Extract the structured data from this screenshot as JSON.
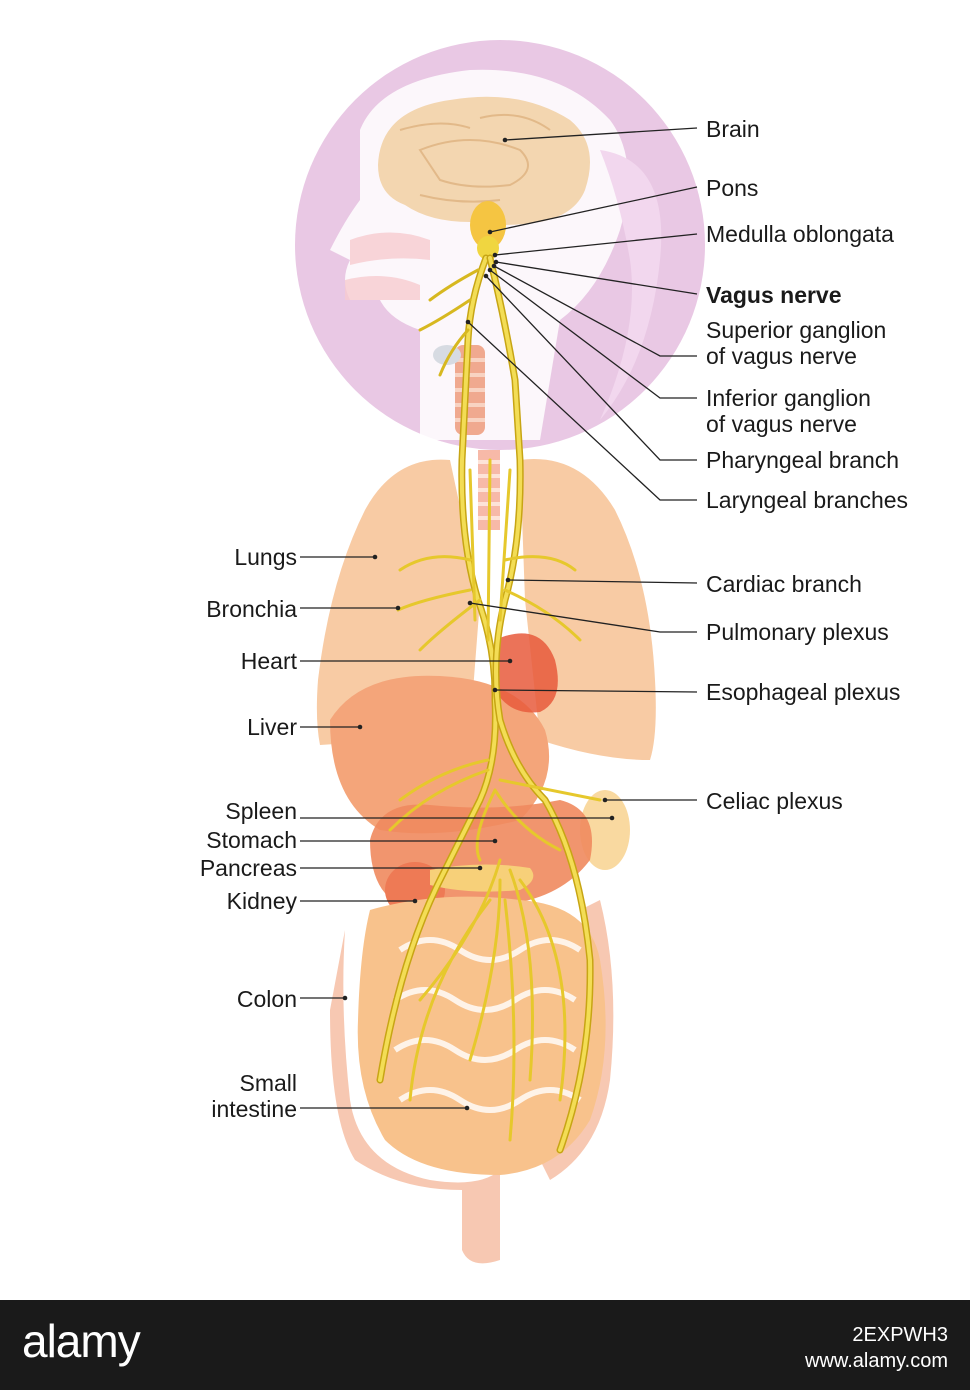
{
  "diagram": {
    "right_labels": [
      {
        "key": "brain",
        "text": "Brain"
      },
      {
        "key": "pons",
        "text": "Pons"
      },
      {
        "key": "medulla",
        "text": "Medulla oblongata"
      },
      {
        "key": "vagus",
        "text": "Vagus nerve"
      },
      {
        "key": "superior_ganglion_1",
        "text": "Superior ganglion"
      },
      {
        "key": "superior_ganglion_2",
        "text": "of vagus nerve"
      },
      {
        "key": "inferior_ganglion_1",
        "text": "Inferior ganglion"
      },
      {
        "key": "inferior_ganglion_2",
        "text": "of vagus nerve"
      },
      {
        "key": "pharyngeal",
        "text": "Pharyngeal branch"
      },
      {
        "key": "laryngeal",
        "text": "Laryngeal branches"
      },
      {
        "key": "cardiac",
        "text": "Cardiac branch"
      },
      {
        "key": "pulmonary",
        "text": "Pulmonary plexus"
      },
      {
        "key": "esophageal",
        "text": "Esophageal plexus"
      },
      {
        "key": "celiac",
        "text": "Celiac plexus"
      }
    ],
    "left_labels": [
      {
        "key": "lungs",
        "text": "Lungs"
      },
      {
        "key": "bronchia",
        "text": "Bronchia"
      },
      {
        "key": "heart",
        "text": "Heart"
      },
      {
        "key": "liver",
        "text": "Liver"
      },
      {
        "key": "spleen",
        "text": "Spleen"
      },
      {
        "key": "stomach",
        "text": "Stomach"
      },
      {
        "key": "pancreas",
        "text": "Pancreas"
      },
      {
        "key": "kidney",
        "text": "Kidney"
      },
      {
        "key": "colon",
        "text": "Colon"
      },
      {
        "key": "small_intestine_1",
        "text": "Small"
      },
      {
        "key": "small_intestine_2",
        "text": "intestine"
      }
    ],
    "colors": {
      "head": "#e8c6e2",
      "lung": "#f8c8a0",
      "liver": "#f4a878",
      "heart": "#e85a3c",
      "stomach": "#f28860",
      "nerve": "#f0d640",
      "nerve_edge": "#b89a10",
      "intestine": "#f8c090",
      "leader": "#222222"
    }
  },
  "watermark": {
    "logo": "alamy",
    "image_id": "2EXPWH3",
    "url": "www.alamy.com"
  }
}
